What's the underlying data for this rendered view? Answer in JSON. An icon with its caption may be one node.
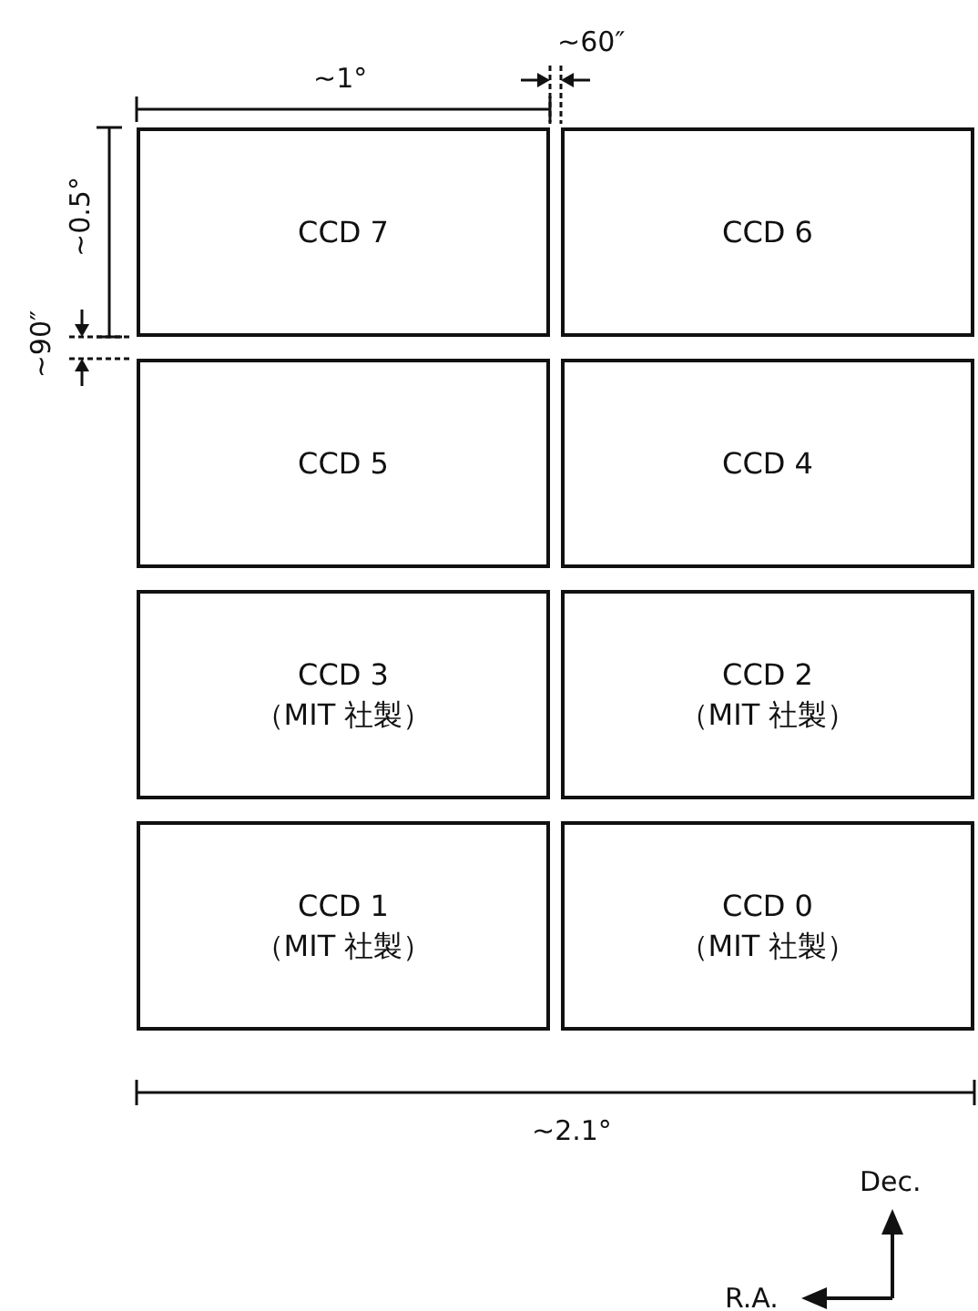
{
  "diagram": {
    "nodes": [
      {
        "text": [
          "CCD 7"
        ]
      },
      {
        "text": [
          "CCD 6"
        ]
      },
      {
        "text": [
          "CCD 5"
        ]
      },
      {
        "text": [
          "CCD 4"
        ]
      },
      {
        "text": [
          "CCD 3",
          "（MIT 社製）"
        ]
      },
      {
        "text": [
          "CCD 2",
          "（MIT 社製）"
        ]
      },
      {
        "text": [
          "CCD 1",
          "（MIT 社製）"
        ]
      },
      {
        "text": [
          "CCD 0",
          "（MIT 社製）"
        ]
      }
    ],
    "labels": [
      "~60″",
      "~1°",
      "~0.5°",
      "~90″",
      "~2.1°",
      "Dec.",
      "R.A."
    ]
  }
}
